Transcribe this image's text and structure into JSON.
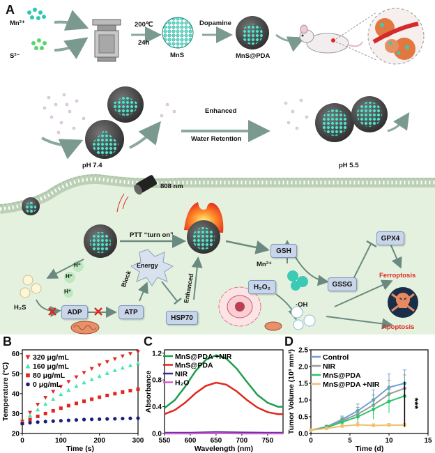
{
  "panels": {
    "a": "A",
    "b": "B",
    "c": "C",
    "d": "D"
  },
  "synthesis": {
    "mn": "Mn²⁺",
    "s": "S²⁻",
    "temp": "200℃",
    "time": "24h",
    "mns": "MnS",
    "dopamine": "Dopamine",
    "mnspda": "MnS@PDA"
  },
  "release": {
    "ph74": "pH 7.4",
    "ph55": "pH 5.5",
    "enhanced": "Enhanced",
    "water": "Water Retention"
  },
  "cell": {
    "laser": "808 nm",
    "ptt": "PTT “turn on”",
    "energy": "Energy",
    "block": "Block",
    "enhanced": "Enhanced",
    "h": "H⁺",
    "h2s": "H₂S",
    "adp": "ADP",
    "atp": "ATP",
    "hsp70": "HSP70",
    "gsh": "GSH",
    "mn": "Mn²⁺",
    "h2o2": "H₂O₂",
    "gssg": "GSSG",
    "gpx4": "GPX4",
    "oh": "·OH",
    "ferroptosis": "Ferroptosis",
    "apoptosis": "Apoptosis"
  },
  "colors": {
    "tumor_color": "#e0261e",
    "membrane_fill": "#e4f1df",
    "particle_core": "#3cc9b5",
    "shell": "#4a4a4a"
  },
  "chart_data": [
    {
      "type": "scatter",
      "xlabel": "Time (s)",
      "ylabel": "Temperature (°C)",
      "xlim": [
        0,
        300
      ],
      "ylim": [
        20,
        62
      ],
      "xticks": [
        0,
        100,
        200,
        300
      ],
      "yticks": [
        20,
        30,
        40,
        50,
        60
      ],
      "legend": "top-left",
      "series": [
        {
          "name": "320 μg/mL",
          "color": "#e0261e",
          "marker": "triangle-down",
          "x": [
            0,
            20,
            40,
            60,
            80,
            100,
            120,
            140,
            160,
            180,
            200,
            220,
            240,
            260,
            280,
            300
          ],
          "y": [
            26,
            30.5,
            34.5,
            38,
            41,
            43.5,
            46,
            48.3,
            50.5,
            52.5,
            54.3,
            55.9,
            57.4,
            58.8,
            60,
            61
          ]
        },
        {
          "name": "160 μg/mL",
          "color": "#3ee8b0",
          "marker": "triangle-up",
          "x": [
            0,
            20,
            40,
            60,
            80,
            100,
            120,
            140,
            160,
            180,
            200,
            220,
            240,
            260,
            280,
            300
          ],
          "y": [
            25.5,
            29,
            32,
            34.8,
            37.3,
            39.7,
            41.8,
            43.8,
            45.6,
            47.2,
            48.8,
            50.3,
            51.7,
            53,
            54.2,
            55.3
          ]
        },
        {
          "name": "80 μg/mL",
          "color": "#e0261e",
          "marker": "square",
          "x": [
            0,
            20,
            40,
            60,
            80,
            100,
            120,
            140,
            160,
            180,
            200,
            220,
            240,
            260,
            280,
            300
          ],
          "y": [
            25,
            27,
            28.6,
            30,
            31.4,
            32.7,
            34,
            35.1,
            36.2,
            37.2,
            38.2,
            39.1,
            40,
            40.8,
            41.5,
            42.2
          ]
        },
        {
          "name": "0 μg/mL",
          "color": "#1c1c7a",
          "marker": "circle",
          "x": [
            0,
            20,
            40,
            60,
            80,
            100,
            120,
            140,
            160,
            180,
            200,
            220,
            240,
            260,
            280,
            300
          ],
          "y": [
            25,
            25.4,
            25.7,
            26,
            26.2,
            26.4,
            26.6,
            26.8,
            27,
            27.1,
            27.2,
            27.3,
            27.4,
            27.5,
            27.6,
            27.7
          ]
        }
      ]
    },
    {
      "type": "line",
      "xlabel": "Wavelength (nm)",
      "ylabel": "Absorbance",
      "xlim": [
        550,
        780
      ],
      "ylim": [
        0,
        1.25
      ],
      "xticks": [
        550,
        600,
        650,
        700,
        750
      ],
      "yticks": [
        0.0,
        0.4,
        0.8,
        1.2
      ],
      "legend": "top-left",
      "series": [
        {
          "name": "MnS@PDA +NIR",
          "color": "#1e9e4a",
          "x": [
            550,
            570,
            590,
            610,
            630,
            650,
            670,
            690,
            710,
            730,
            750,
            770,
            780
          ],
          "y": [
            0.38,
            0.5,
            0.7,
            0.93,
            1.1,
            1.17,
            1.12,
            0.97,
            0.77,
            0.58,
            0.46,
            0.4,
            0.4
          ]
        },
        {
          "name": "MnS@PDA",
          "color": "#e0261e",
          "x": [
            550,
            570,
            590,
            610,
            630,
            650,
            670,
            690,
            710,
            730,
            750,
            770,
            780
          ],
          "y": [
            0.29,
            0.35,
            0.46,
            0.6,
            0.71,
            0.76,
            0.73,
            0.63,
            0.5,
            0.39,
            0.32,
            0.29,
            0.29
          ]
        },
        {
          "name": "NIR",
          "color": "#3a2a8a",
          "x": [
            550,
            600,
            650,
            700,
            750,
            780
          ],
          "y": [
            0.01,
            0.01,
            0.02,
            0.015,
            0.01,
            0.01
          ]
        },
        {
          "name": "H₂O",
          "color": "#d55ad0",
          "x": [
            550,
            600,
            650,
            700,
            750,
            780
          ],
          "y": [
            0.0,
            0.0,
            0.005,
            0.0,
            0.0,
            0.0
          ]
        }
      ]
    },
    {
      "type": "line",
      "xlabel": "Time (d)",
      "ylabel": "Tumor Volume (10³ mm³)",
      "xlim": [
        0,
        15
      ],
      "ylim": [
        0,
        2.5
      ],
      "xticks": [
        0,
        5,
        10,
        15
      ],
      "yticks": [
        0.0,
        0.5,
        1.0,
        1.5,
        2.0,
        2.5
      ],
      "legend": "top-left",
      "annotation": "***",
      "series": [
        {
          "name": "Control",
          "color": "#6f9fd6",
          "x": [
            0,
            2,
            4,
            6,
            8,
            10,
            12
          ],
          "y": [
            0.1,
            0.2,
            0.42,
            0.68,
            1.0,
            1.38,
            1.5
          ],
          "err": [
            0.02,
            0.05,
            0.1,
            0.2,
            0.3,
            0.4,
            0.4
          ]
        },
        {
          "name": "NIR",
          "color": "#9a9a9a",
          "x": [
            0,
            2,
            4,
            6,
            8,
            10,
            12
          ],
          "y": [
            0.1,
            0.2,
            0.38,
            0.58,
            0.85,
            1.18,
            1.35
          ],
          "err": [
            0.02,
            0.05,
            0.1,
            0.2,
            0.3,
            0.4,
            0.4
          ]
        },
        {
          "name": "MnS@PDA",
          "color": "#2cc46a",
          "x": [
            0,
            2,
            4,
            6,
            8,
            10,
            12
          ],
          "y": [
            0.1,
            0.18,
            0.34,
            0.5,
            0.72,
            0.96,
            1.12
          ],
          "err": [
            0.02,
            0.05,
            0.1,
            0.2,
            0.3,
            0.35,
            0.4
          ]
        },
        {
          "name": "MnS@PDA +NIR",
          "color": "#f0c070",
          "x": [
            0,
            2,
            4,
            6,
            8,
            10,
            12
          ],
          "y": [
            0.1,
            0.15,
            0.22,
            0.26,
            0.24,
            0.25,
            0.25
          ],
          "err": [
            0.02,
            0.04,
            0.05,
            0.06,
            0.05,
            0.05,
            0.05
          ]
        }
      ]
    }
  ]
}
